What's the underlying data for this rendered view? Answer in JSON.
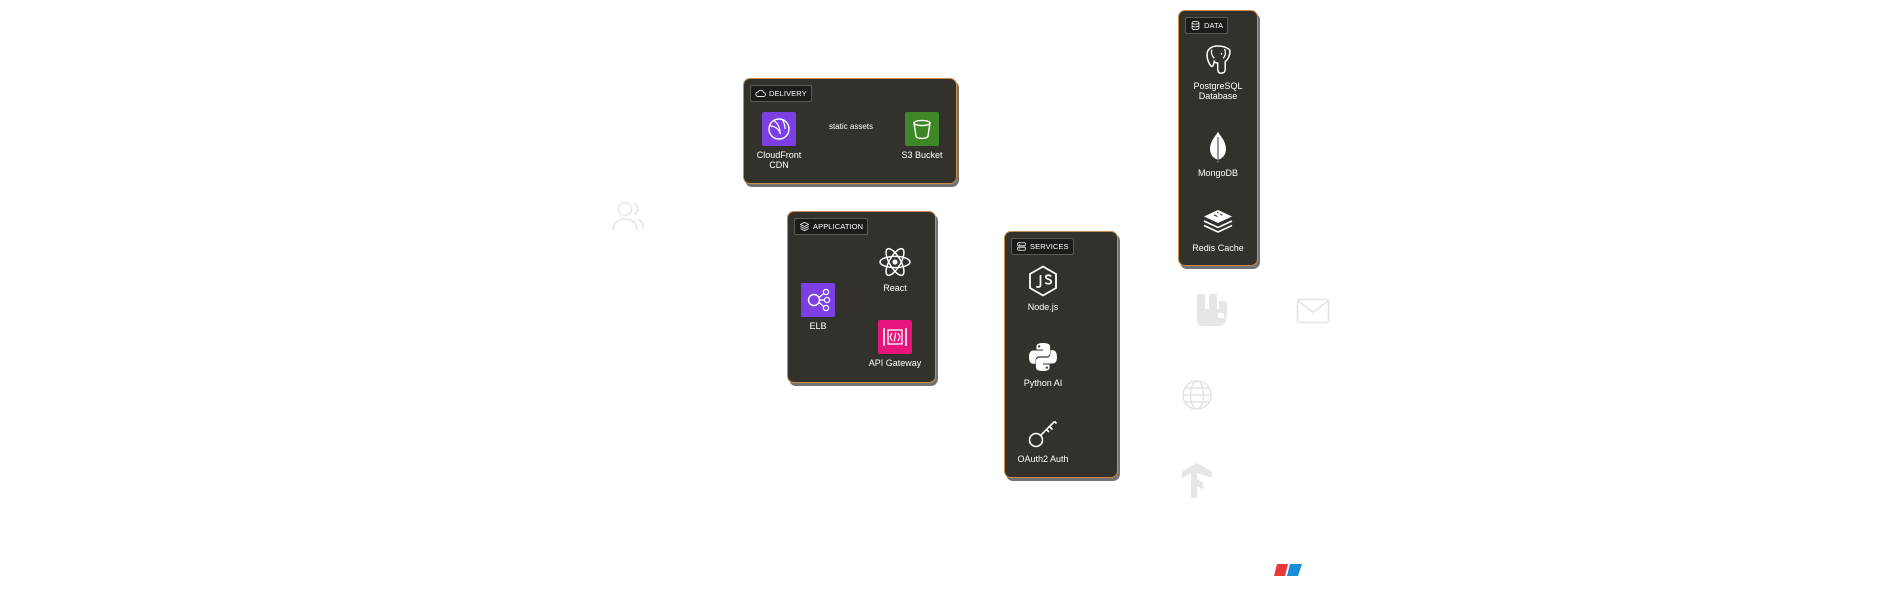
{
  "groups": {
    "delivery": {
      "label": "DELIVERY"
    },
    "application": {
      "label": "APPLICATION"
    },
    "services": {
      "label": "SERVICES"
    },
    "data": {
      "label": "DATA"
    }
  },
  "nodes": {
    "cloudfront": {
      "label": "CloudFront\nCDN",
      "icon": "cloudfront-icon",
      "color": "#7b3fe4"
    },
    "s3": {
      "label": "S3 Bucket",
      "icon": "s3-bucket-icon",
      "color": "#3f8624"
    },
    "elb": {
      "label": "ELB",
      "icon": "elb-icon",
      "color": "#7b3fe4"
    },
    "react": {
      "label": "React",
      "icon": "react-icon"
    },
    "api_gateway": {
      "label": "API Gateway",
      "icon": "api-gateway-icon",
      "color": "#e7157b"
    },
    "nodejs": {
      "label": "Node.js",
      "icon": "nodejs-icon"
    },
    "python_ai": {
      "label": "Python AI",
      "icon": "python-icon"
    },
    "oauth2": {
      "label": "OAuth2 Auth",
      "icon": "key-icon"
    },
    "postgresql": {
      "label": "PostgreSQL\nDatabase",
      "icon": "postgresql-icon"
    },
    "mongodb": {
      "label": "MongoDB",
      "icon": "mongodb-icon"
    },
    "redis": {
      "label": "Redis Cache",
      "icon": "redis-icon"
    }
  },
  "edges": {
    "static_assets": {
      "label": "static assets"
    }
  },
  "external_icons": [
    "users-icon",
    "rabbitmq-icon",
    "mail-icon",
    "globe-icon",
    "tensorflow-icon",
    "stripe-icon"
  ],
  "colors": {
    "panel": "#33312b",
    "border": "#c98d4a",
    "edge": "#e0ddd6",
    "faint": "#e6e6e6"
  }
}
